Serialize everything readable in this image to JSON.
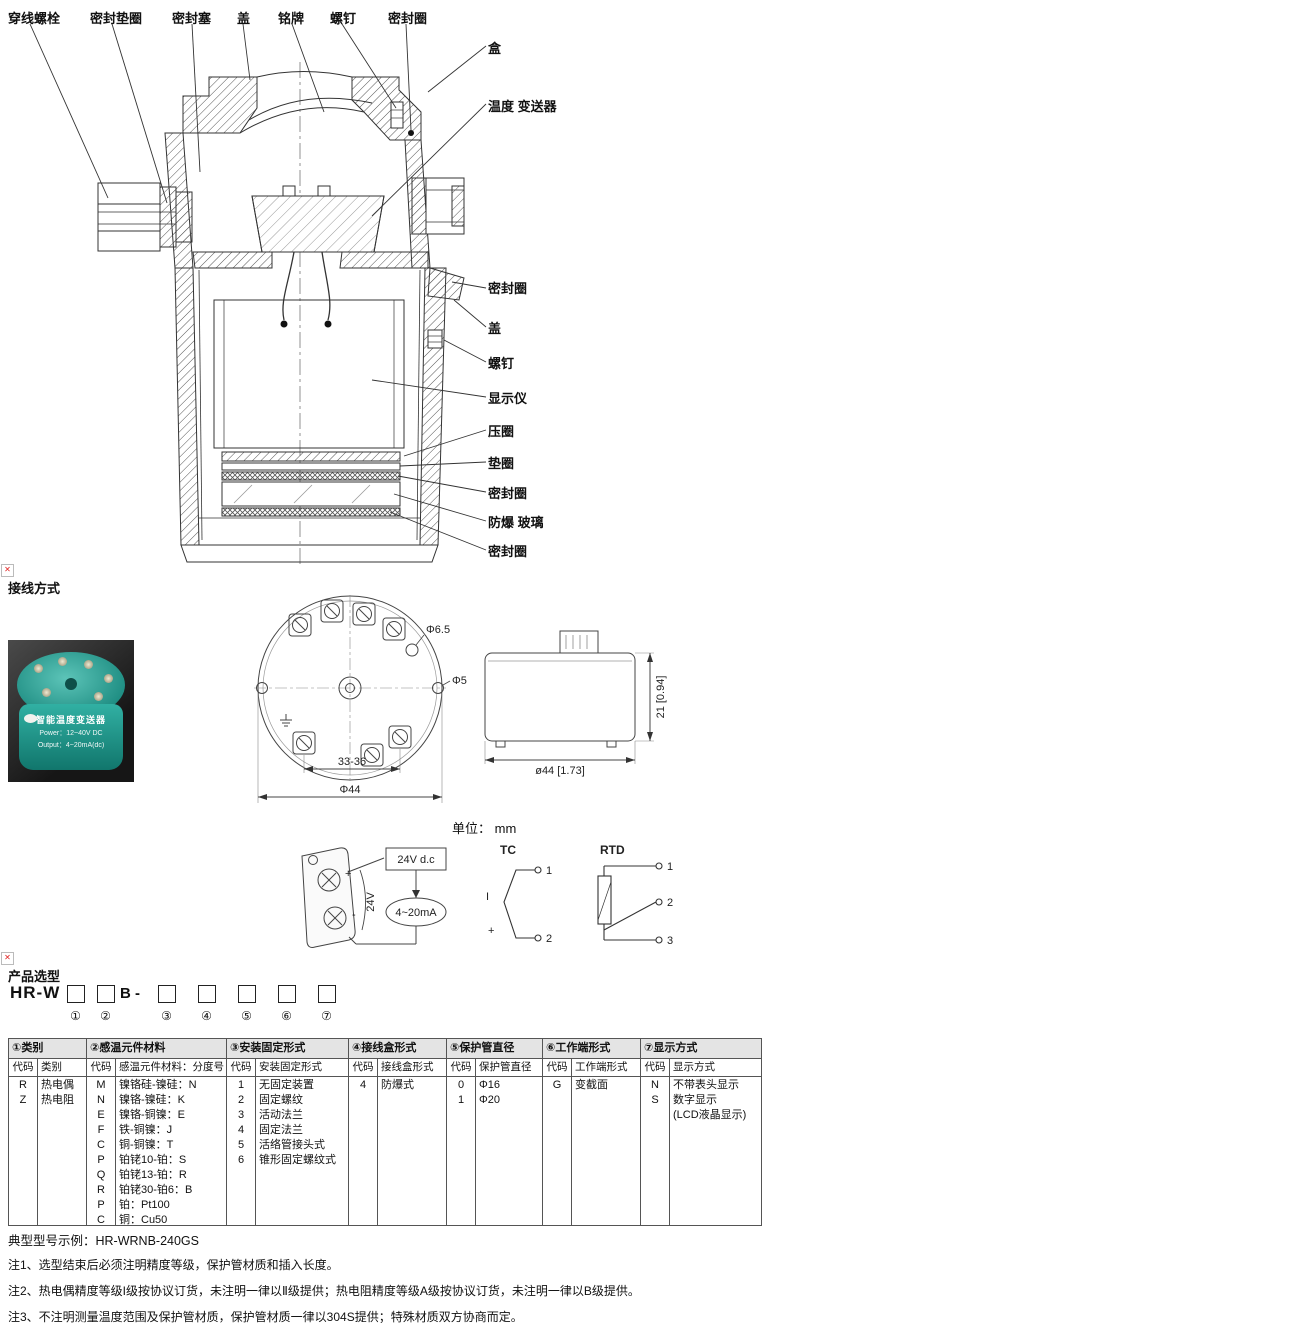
{
  "icons": {
    "broken_image": "✕"
  },
  "diagram": {
    "top_labels": [
      "穿线螺栓",
      "密封垫圈",
      "密封塞",
      "盖",
      "铭牌",
      "螺钉",
      "密封圈"
    ],
    "right_labels": [
      "盒",
      "温度 变送器",
      "密封圈",
      "盖",
      "螺钉",
      "显示仪",
      "压圈",
      "垫圈",
      "密封圈",
      "防爆 玻璃",
      "密封圈"
    ]
  },
  "wiring": {
    "title": "接线方式",
    "photo": {
      "name_line": "智能温度变送器",
      "power_line": "Power：12~40V DC",
      "output_line": "Output：4~20mA(dc)"
    },
    "top_view": {
      "hole_dia": "Φ6.5",
      "hole_dia2": "Φ5",
      "span": "33-36",
      "outer_dia": "Φ44"
    },
    "side_view": {
      "width_dim": "ø44 [1.73]",
      "height_dim": "21 [0.94]"
    },
    "unit": "单位： mm",
    "loop": {
      "supply": "24V d.c",
      "current": "4~20mA",
      "voltage": "24V",
      "plus": "+",
      "minus": "-"
    },
    "tc": {
      "label": "TC",
      "t1": "1",
      "t2": "2",
      "polarity_i": "I",
      "polarity_plus": "+"
    },
    "rtd": {
      "label": "RTD",
      "t1": "1",
      "t2": "2",
      "t3": "3"
    }
  },
  "selection": {
    "title": "产品选型",
    "model_prefix": "HR-W",
    "model_mid": "B -",
    "digits": [
      "①",
      "②",
      "③",
      "④",
      "⑤",
      "⑥",
      "⑦"
    ]
  },
  "table": {
    "groups": [
      {
        "header": "①类别",
        "code_header": "代码",
        "name_header": "类别",
        "rows": [
          [
            "R",
            "热电偶"
          ],
          [
            "Z",
            "热电阻"
          ]
        ]
      },
      {
        "header": "②感温元件材料",
        "code_header": "代码",
        "name_header": "感温元件材料：分度号",
        "rows": [
          [
            "M",
            "镍铬硅-镍硅：N"
          ],
          [
            "N",
            "镍铬-镍硅：K"
          ],
          [
            "E",
            "镍铬-铜镍：E"
          ],
          [
            "F",
            "铁-铜镍：J"
          ],
          [
            "C",
            "铜-铜镍：T"
          ],
          [
            "P",
            "铂铑10-铂：S"
          ],
          [
            "Q",
            "铂铑13-铂：R"
          ],
          [
            "R",
            "铂铑30-铂6：B"
          ],
          [
            "P",
            "铂：Pt100"
          ],
          [
            "C",
            "铜：Cu50"
          ]
        ]
      },
      {
        "header": "③安装固定形式",
        "code_header": "代码",
        "name_header": "安装固定形式",
        "rows": [
          [
            "1",
            "无固定装置"
          ],
          [
            "2",
            "固定螺纹"
          ],
          [
            "3",
            "活动法兰"
          ],
          [
            "4",
            "固定法兰"
          ],
          [
            "5",
            "活络管接头式"
          ],
          [
            "6",
            "锥形固定螺纹式"
          ]
        ]
      },
      {
        "header": "④接线盒形式",
        "code_header": "代码",
        "name_header": "接线盒形式",
        "rows": [
          [
            "4",
            "防爆式"
          ]
        ]
      },
      {
        "header": "⑤保护管直径",
        "code_header": "代码",
        "name_header": "保护管直径",
        "rows": [
          [
            "0",
            "Φ16"
          ],
          [
            "1",
            "Φ20"
          ]
        ]
      },
      {
        "header": "⑥工作端形式",
        "code_header": "代码",
        "name_header": "工作端形式",
        "rows": [
          [
            "G",
            "变截面"
          ]
        ]
      },
      {
        "header": "⑦显示方式",
        "code_header": "代码",
        "name_header": "显示方式",
        "rows": [
          [
            "N",
            "不带表头显示"
          ],
          [
            "S",
            "数字显示"
          ],
          [
            "",
            "(LCD液晶显示)"
          ]
        ]
      }
    ]
  },
  "footer": {
    "example": "典型型号示例：HR-WRNB-240GS",
    "notes": [
      "注1、选型结束后必须注明精度等级，保护管材质和插入长度。",
      "注2、热电偶精度等级I级按协议订货，未注明一律以Ⅱ级提供；热电阻精度等级A级按协议订货，未注明一律以B级提供。",
      "注3、不注明测量温度范围及保护管材质，保护管材质一律以304S提供；特殊材质双方协商而定。"
    ]
  }
}
